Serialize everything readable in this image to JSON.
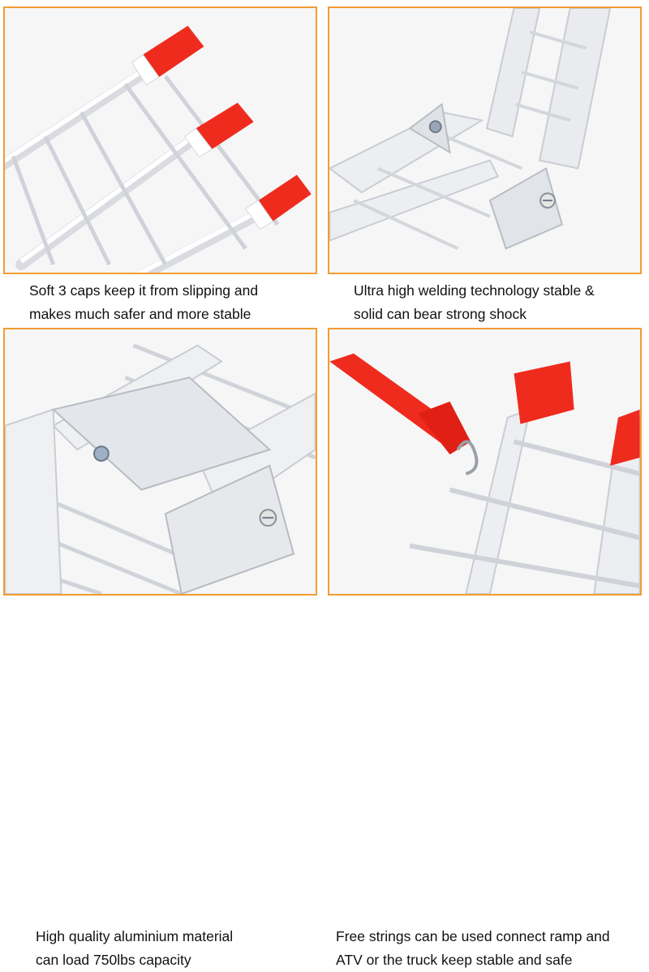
{
  "panels": [
    {
      "id": "caps",
      "image": "aluminum-ramp-end-with-three-red-caps",
      "caption": [
        "Soft 3 caps keep it from slipping and",
        "makes much safer and more stable"
      ]
    },
    {
      "id": "welding",
      "image": "ramp-folding-hinge-weld-closeup",
      "caption": [
        "Ultra high welding technology stable &",
        "solid can bear strong shock"
      ]
    },
    {
      "id": "material",
      "image": "ramp-hinge-bolt-and-rungs",
      "caption": [
        "High quality aluminium material",
        "can load 750lbs capacity"
      ]
    },
    {
      "id": "strings",
      "image": "red-strap-hooked-on-ramp-rung",
      "caption": [
        "Free strings can be used connect ramp and",
        "ATV or the truck keep stable and safe"
      ]
    }
  ],
  "colors": {
    "frame_border": "#f39c33",
    "cap_red": "#ef2b1e",
    "aluminum": "#e4e6ea",
    "text": "#111111"
  }
}
